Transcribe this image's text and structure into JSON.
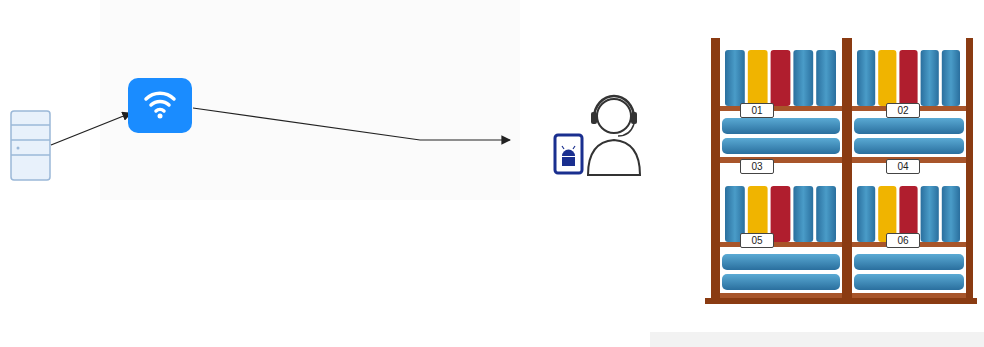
{
  "diagram": {
    "nodes": [
      {
        "text": [
          "01"
        ]
      },
      {
        "text": [
          "02"
        ]
      },
      {
        "text": [
          "03"
        ]
      },
      {
        "text": [
          "04"
        ]
      },
      {
        "text": [
          "05"
        ]
      },
      {
        "text": [
          "06"
        ]
      }
    ]
  }
}
